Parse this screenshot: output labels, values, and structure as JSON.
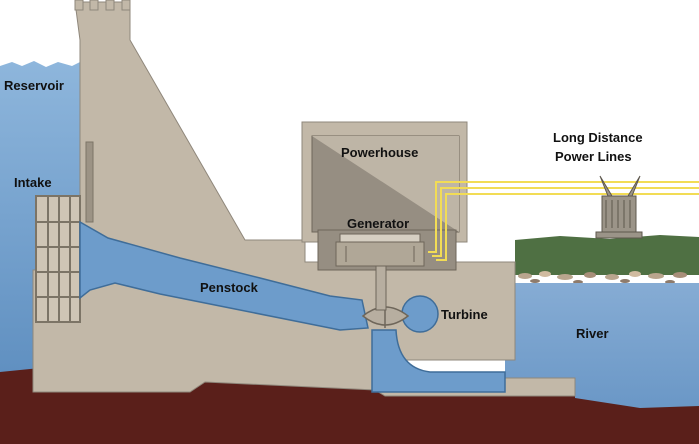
{
  "labels": {
    "reservoir": "Reservoir",
    "intake": "Intake",
    "powerhouse": "Powerhouse",
    "generator": "Generator",
    "penstock": "Penstock",
    "turbine": "Turbine",
    "river": "River",
    "power_lines_1": "Long Distance",
    "power_lines_2": "Power Lines"
  },
  "colors": {
    "water": "#7aa6d0",
    "water_dark": "#5d8ab8",
    "concrete": "#c2b8a8",
    "concrete_dark": "#8f877b",
    "ground": "#5a1f1a",
    "grass": "#4f7043",
    "power_line": "#f2dc55"
  }
}
